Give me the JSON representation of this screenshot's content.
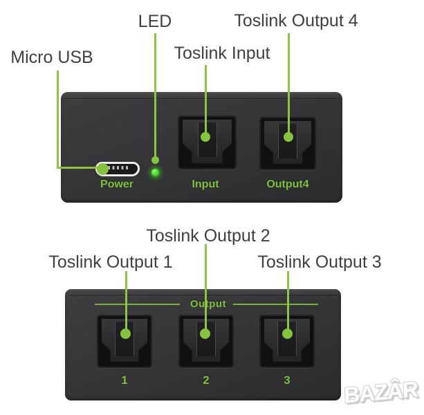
{
  "colors": {
    "background": "#ffffff",
    "annotation_text": "#3f4041",
    "leader_green": "#8cc63f",
    "device_label_green": "#7cc436",
    "led_green": "#46d629",
    "panel_dark": "#323234"
  },
  "top_view": {
    "annotations": {
      "micro_usb": "Micro USB",
      "led": "LED",
      "toslink_input": "Toslink Input",
      "toslink_output_4": "Toslink Output 4"
    },
    "panel_labels": {
      "power": "Power",
      "input": "Input",
      "output4": "Output4"
    }
  },
  "bottom_view": {
    "annotations": {
      "toslink_output_1": "Toslink Output 1",
      "toslink_output_2": "Toslink Output 2",
      "toslink_output_3": "Toslink Output 3"
    },
    "panel_labels": {
      "header": "Output",
      "port_1": "1",
      "port_2": "2",
      "port_3": "3"
    }
  },
  "watermark": "BAZÂR"
}
